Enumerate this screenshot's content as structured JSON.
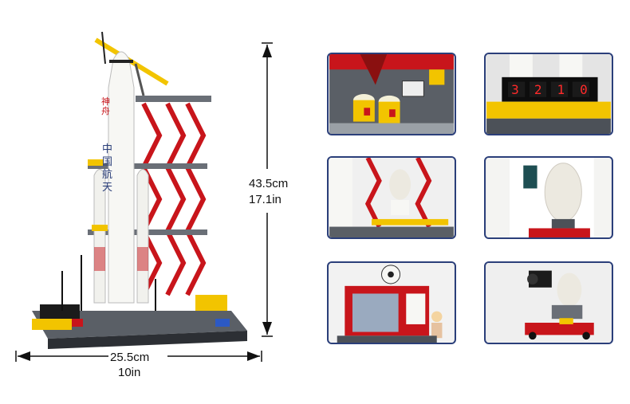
{
  "dimensions": {
    "height_cm": "43.5cm",
    "height_in": "17.1in",
    "width_cm": "25.5cm",
    "width_in": "10in"
  },
  "main_product": {
    "rocket_characters": [
      "神",
      "舟",
      "中",
      "国",
      "航",
      "天"
    ],
    "countdown_digits": [
      "3",
      "2",
      "1",
      "0"
    ]
  },
  "colors": {
    "frame": "#2b3f7a",
    "tower_red": "#c8151b",
    "accent_yellow": "#f2c400",
    "baseplate": "#5a5f66"
  }
}
